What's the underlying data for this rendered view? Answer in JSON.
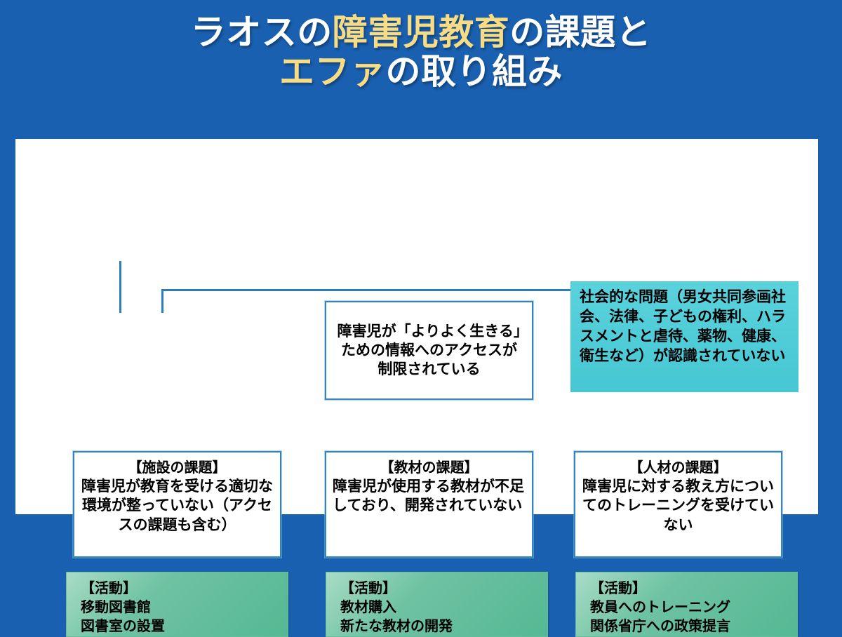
{
  "title": {
    "line1_part1": "ラオスの",
    "line1_part2": "障害児教育",
    "line1_part3": "の課題と",
    "line2_part1": "エファ",
    "line2_part2": "の取り組み"
  },
  "colors": {
    "background_blue": "#1a60b0",
    "title_white": "#ffffff",
    "title_yellow": "#f7dc86",
    "box_border_blue": "#3484bd",
    "cyan_box": "#4cc8d4",
    "green_box": "#63bc9d",
    "panel_white": "#ffffff"
  },
  "diagram": {
    "root": {
      "text": "障害児が「よりよく生きる」ための情報へのアクセスが制限されている"
    },
    "social": {
      "text": "社会的な問題（男女共同参画社会、法律、子どもの権利、ハラスメントと虐待、薬物、健康、衛生など）が認識されていない"
    },
    "challenges": [
      {
        "heading": "【施設の課題】",
        "text": "障害児が教育を受ける適切な環境が整っていない（アクセスの課題も含む）"
      },
      {
        "heading": "【教材の課題】",
        "text": "障害児が使用する教材が不足しており、開発されていない"
      },
      {
        "heading": "【人材の課題】",
        "text": "障害児に対する教え方についてのトレーニングを受けていない"
      }
    ],
    "activities": [
      {
        "heading": "【活動】",
        "item1": "移動図書館",
        "item2": "図書室の設置"
      },
      {
        "heading": "【活動】",
        "item1": "教材購入",
        "item2": "新たな教材の開発"
      },
      {
        "heading": "【活動】",
        "item1": "教員へのトレーニング",
        "item2": "関係省庁への政策提言"
      }
    ]
  }
}
